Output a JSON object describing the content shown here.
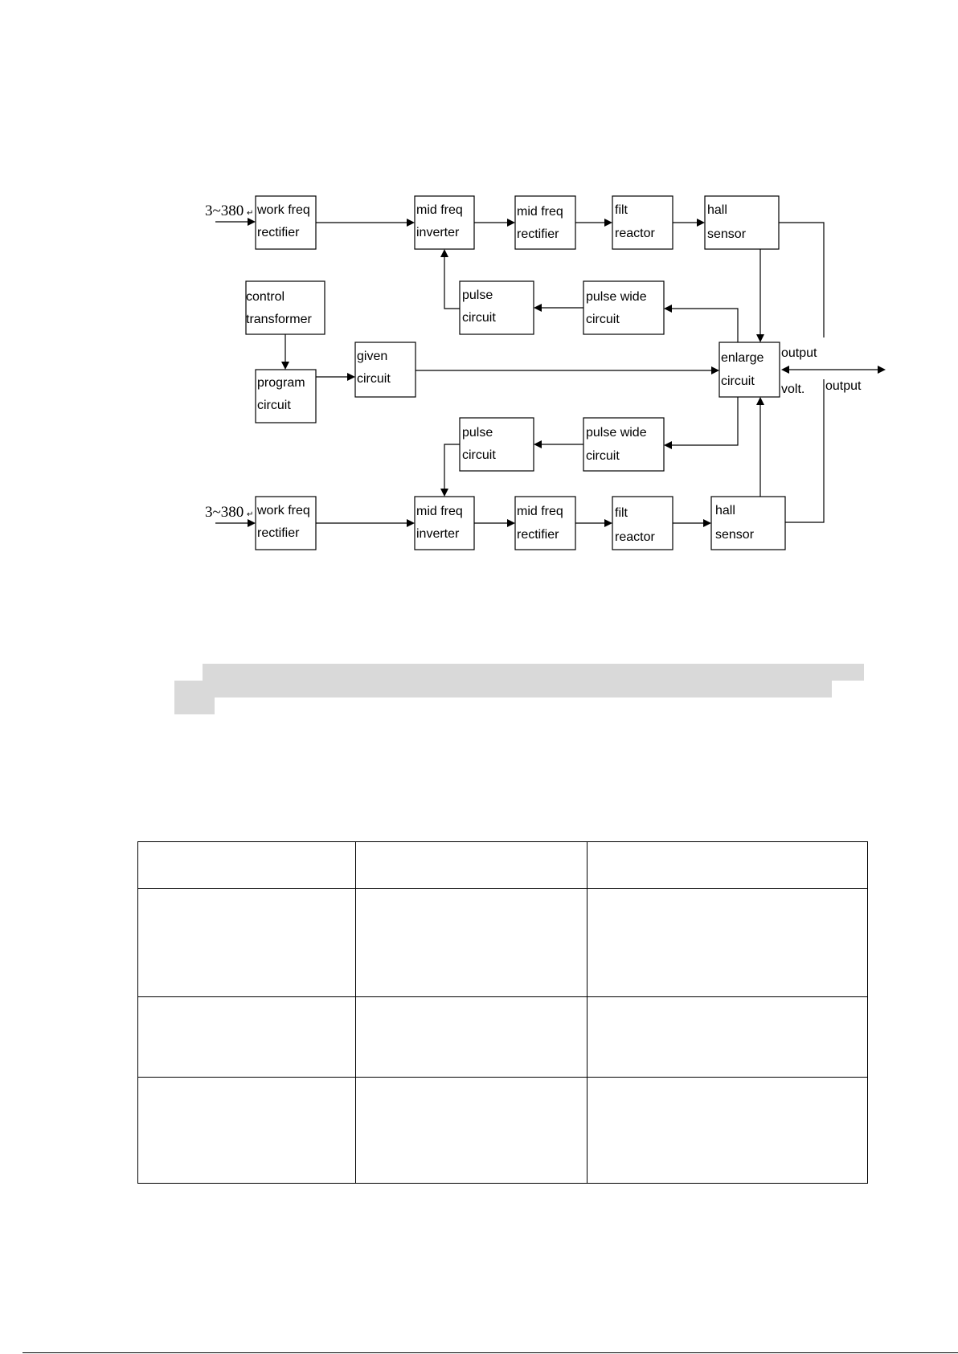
{
  "diagram": {
    "inputs": [
      "3~380",
      "3~380"
    ],
    "blocks": {
      "work_freq_rectifier_top": [
        "work freq",
        "rectifier"
      ],
      "mid_freq_inverter_top": [
        "mid freq",
        "inverter"
      ],
      "mid_freq_rectifier_top": [
        "mid freq",
        "rectifier"
      ],
      "filt_reactor_top": [
        "filt",
        "reactor"
      ],
      "hall_sensor_top": [
        "hall",
        "sensor"
      ],
      "control_transformer": [
        "control",
        "transformer"
      ],
      "pulse_circuit_top": [
        "pulse",
        "circuit"
      ],
      "pulse_wide_circuit_top": [
        "pulse wide",
        "circuit"
      ],
      "program_circuit": [
        "program",
        "circuit"
      ],
      "given_circuit": [
        "given",
        "circuit"
      ],
      "enlarge_circuit": [
        "enlarge",
        "circuit"
      ],
      "pulse_circuit_bottom": [
        "pulse",
        "circuit"
      ],
      "pulse_wide_circuit_bottom": [
        "pulse wide",
        "circuit"
      ],
      "work_freq_rectifier_bottom": [
        "work freq",
        "rectifier"
      ],
      "mid_freq_inverter_bottom": [
        "mid freq",
        "inverter"
      ],
      "mid_freq_rectifier_bottom": [
        "mid freq",
        "rectifier"
      ],
      "filt_reactor_bottom": [
        "filt",
        "reactor"
      ],
      "hall_sensor_bottom": [
        "hall",
        "sensor"
      ]
    },
    "labels": {
      "output_volt": [
        "output",
        "volt."
      ],
      "output": "output"
    }
  },
  "table": {
    "rows": [
      [
        "",
        "",
        ""
      ],
      [
        "",
        "",
        ""
      ],
      [
        "",
        "",
        ""
      ],
      [
        "",
        "",
        ""
      ]
    ]
  }
}
